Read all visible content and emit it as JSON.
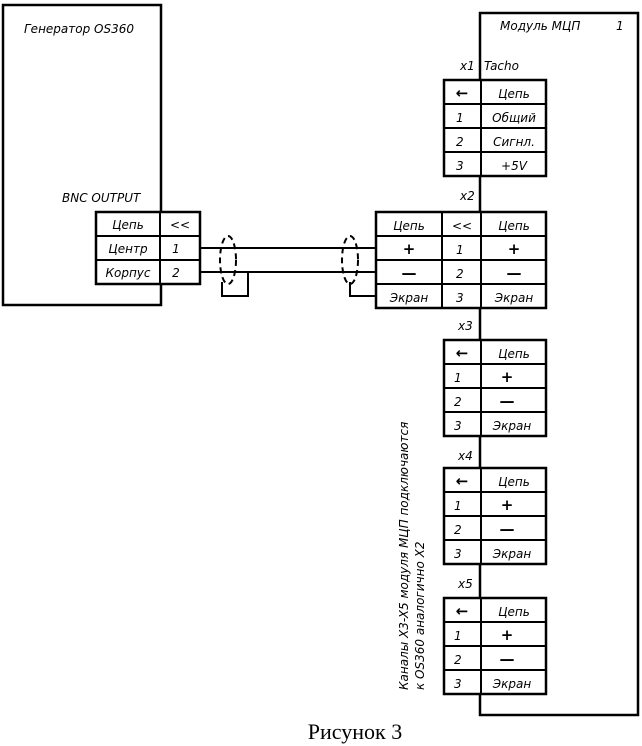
{
  "generator": {
    "title": "Генератор OS360",
    "connector_label": "BNC OUTPUT",
    "table": [
      {
        "name": "Цепь",
        "pin": "<<"
      },
      {
        "name": "Центр",
        "pin": "1"
      },
      {
        "name": "Корпус",
        "pin": "2"
      }
    ]
  },
  "module": {
    "title": "Модуль МЦП",
    "number": "1",
    "x1": {
      "label": "x1",
      "sublabel": "Tacho",
      "rows": [
        {
          "pin": "←",
          "name": "Цепь"
        },
        {
          "pin": "1",
          "name": "Общий"
        },
        {
          "pin": "2",
          "name": "Сигнл."
        },
        {
          "pin": "3",
          "name": "+5V"
        }
      ]
    },
    "x2": {
      "label": "x2",
      "rows": [
        {
          "left": "Цепь",
          "pin": "<<",
          "right": "Цепь"
        },
        {
          "left": "+",
          "pin": "1",
          "right": "+"
        },
        {
          "left": "—",
          "pin": "2",
          "right": "—"
        },
        {
          "left": "Экран",
          "pin": "3",
          "right": "Экран"
        }
      ]
    },
    "channels": [
      {
        "label": "x3",
        "rows": [
          {
            "pin": "←",
            "name": "Цепь"
          },
          {
            "pin": "1",
            "name": "+"
          },
          {
            "pin": "2",
            "name": "—"
          },
          {
            "pin": "3",
            "name": "Экран"
          }
        ]
      },
      {
        "label": "x4",
        "rows": [
          {
            "pin": "←",
            "name": "Цепь"
          },
          {
            "pin": "1",
            "name": "+"
          },
          {
            "pin": "2",
            "name": "—"
          },
          {
            "pin": "3",
            "name": "Экран"
          }
        ]
      },
      {
        "label": "x5",
        "rows": [
          {
            "pin": "←",
            "name": "Цепь"
          },
          {
            "pin": "1",
            "name": "+"
          },
          {
            "pin": "2",
            "name": "—"
          },
          {
            "pin": "3",
            "name": "Экран"
          }
        ]
      }
    ]
  },
  "note": {
    "line1": "Каналы X3-X5 модуля МЦП подключаются",
    "line2": "к OS360 аналогично X2"
  },
  "caption": "Рисунок 3"
}
